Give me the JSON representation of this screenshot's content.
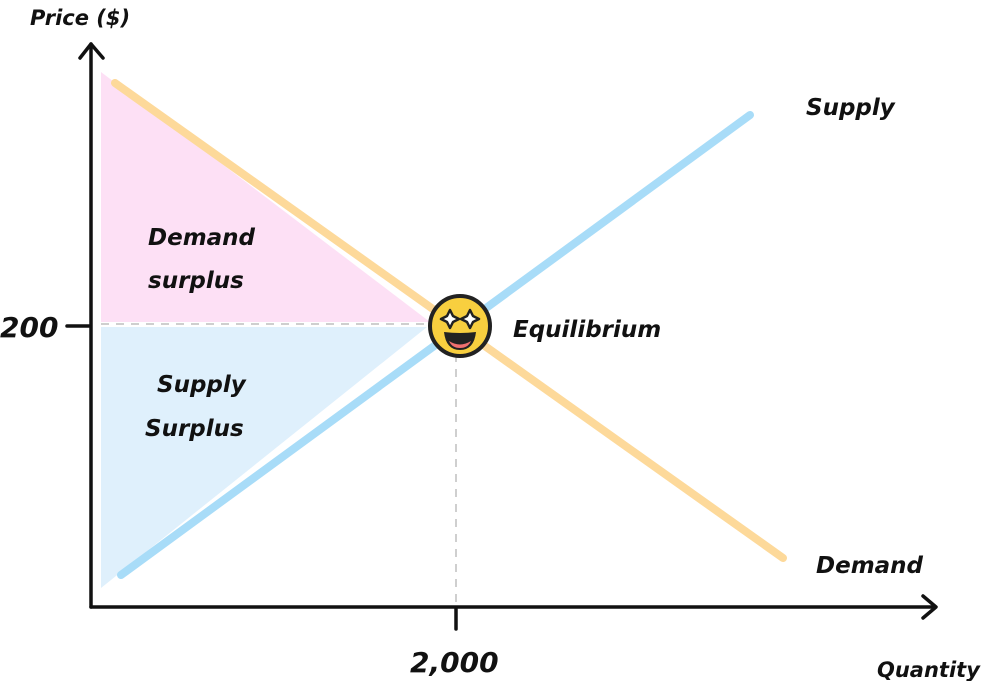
{
  "chart_data": {
    "type": "line",
    "title": "",
    "ylabel": "Price ($)",
    "xlabel": "Quantity",
    "x_ticks": [
      {
        "value": 2000,
        "label": "2,000"
      }
    ],
    "y_ticks": [
      {
        "value": 200,
        "label": "200"
      }
    ],
    "series": [
      {
        "name": "Supply",
        "color": "#a8dcf8"
      },
      {
        "name": "Demand",
        "color": "#fdd99a"
      }
    ],
    "equilibrium": {
      "x": 2000,
      "y": 200,
      "label": "Equilibrium",
      "icon": "star-struck-emoji-icon"
    },
    "regions": [
      {
        "label_lines": [
          "Demand",
          "surplus"
        ],
        "color": "#fde0f5"
      },
      {
        "label_lines": [
          "Supply",
          "Surplus"
        ],
        "color": "#dff0fc"
      }
    ],
    "reference_lines": {
      "style": "dashed",
      "color": "#cfcfcf"
    }
  }
}
